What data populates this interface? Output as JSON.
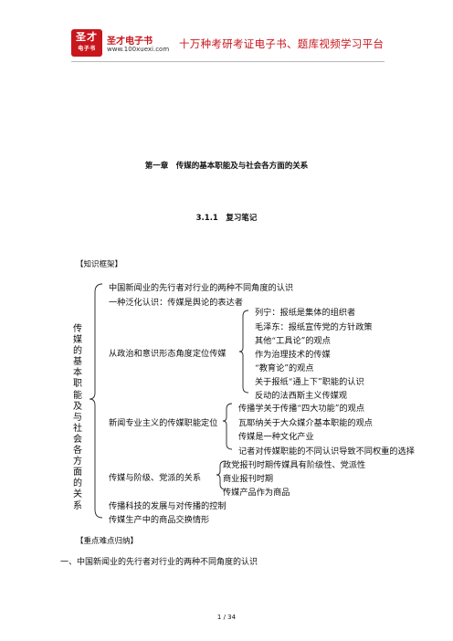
{
  "header": {
    "logo_line1": "圣才",
    "logo_line2": "电子书",
    "brand": "圣才电子书",
    "url": "www.100xuexi.com",
    "slogan": "十万种考研考证电子书、题库视频学习平台"
  },
  "chapter_title": "第一章　传媒的基本职能及与社会各方面的关系",
  "section_title": "3.1.1　复习笔记",
  "framework_label": "【知识框架】",
  "root_label": "传媒的基本职能及与社会各方面的关系",
  "tree": {
    "n1": "中国新闻业的先行者对行业的两种不同角度的认识",
    "n2": "一种泛化认识：传媒是舆论的表达者",
    "g1_label": "从政治和意识形态角度定位传媒",
    "g1": [
      "列宁：报纸是集体的组织者",
      "毛泽东：报纸宣传党的方针政策",
      "其他“工具论”的观点",
      "作为治理技术的传媒",
      "“教育论”的观点",
      "关于报纸“通上下”职能的认识",
      "反动的法西斯主义传媒观"
    ],
    "g2_label": "新闻专业主义的传媒职能定位",
    "g2": [
      "传播学关于传播“四大功能”的观点",
      "瓦耶纳关于大众媒介基本职能的观点",
      "传媒是一种文化产业",
      "记者对传媒职能的不同认识导致不同权重的选择"
    ],
    "g3_label": "传媒与阶级、党派的关系",
    "g3": [
      "政党报刊时期传媒具有阶级性、党派性",
      "商业报刊时期",
      "传媒产品作为商品"
    ],
    "n6": "传播科技的发展与对传播的控制",
    "n7": "传媒生产中的商品交换情形"
  },
  "keypoints_label": "【重点难点归纳】",
  "point1": "一、中国新闻业的先行者对行业的两种不同角度的认识",
  "page_number": "1 / 34"
}
